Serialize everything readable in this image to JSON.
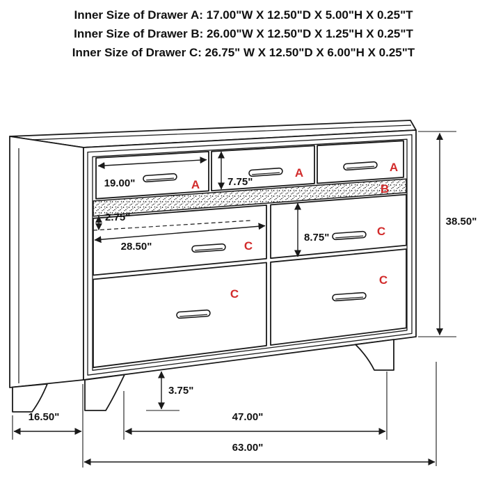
{
  "header": {
    "lines": [
      "Inner Size of Drawer A: 17.00\"W X 12.50\"D X 5.00\"H X 0.25\"T",
      "Inner Size of Drawer B: 26.00\"W X 12.50\"D X 1.25\"H X 0.25\"T",
      "Inner Size of Drawer C: 26.75\" W X 12.50\"D X 6.00\"H X 0.25\"T"
    ]
  },
  "diagram": {
    "drawer_letter_labels": {
      "a": "A",
      "b": "B",
      "c": "C"
    },
    "dimensions": {
      "drawer_a_width": "19.00\"",
      "a_row_height": "7.75\"",
      "b_row_height": "2.75\"",
      "c_drawer_width": "28.50\"",
      "c_drawer_height": "8.75\"",
      "overall_height": "38.50\"",
      "foot_height": "3.75\"",
      "side_depth": "16.50\"",
      "feet_span": "47.00\"",
      "overall_width": "63.00\""
    },
    "colors": {
      "line": "#1a1a1a",
      "label_red": "#d22b2b",
      "text": "#111111",
      "background": "#ffffff"
    }
  }
}
